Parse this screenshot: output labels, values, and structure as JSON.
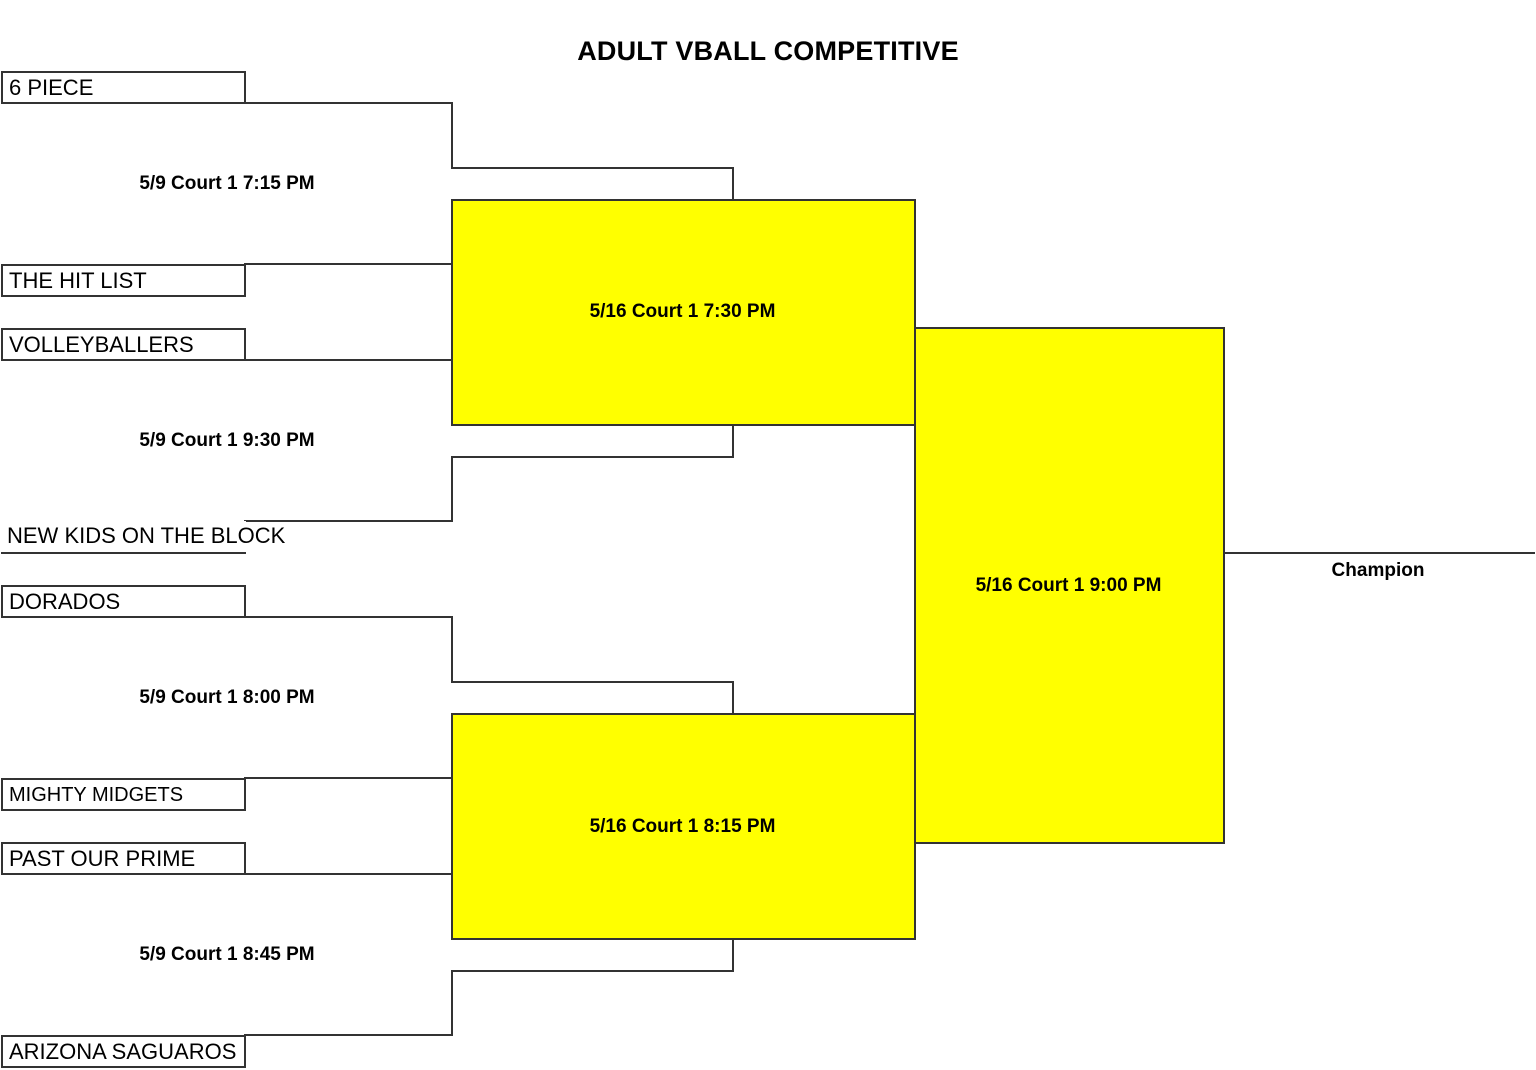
{
  "title": "ADULT VBALL COMPETITIVE",
  "colors": {
    "highlight": "#ffff00",
    "line": "#333333"
  },
  "round1": [
    {
      "team_top": "6 PIECE",
      "team_bottom": "THE HIT LIST",
      "game": "5/9 Court 1 7:15 PM"
    },
    {
      "team_top": "VOLLEYBALLERS",
      "team_bottom": "NEW KIDS ON THE BLOCK",
      "game": "5/9 Court 1 9:30 PM"
    },
    {
      "team_top": "DORADOS",
      "team_bottom": "MIGHTY MIDGETS",
      "game": "5/9 Court 1 8:00 PM"
    },
    {
      "team_top": "PAST OUR PRIME",
      "team_bottom": "ARIZONA SAGUAROS",
      "game": "5/9 Court 1 8:45 PM"
    }
  ],
  "round2": [
    {
      "game": "5/16 Court 1 7:30 PM"
    },
    {
      "game": "5/16 Court 1 8:15 PM"
    }
  ],
  "final": {
    "game": "5/16 Court 1 9:00 PM"
  },
  "champion_label": "Champion"
}
